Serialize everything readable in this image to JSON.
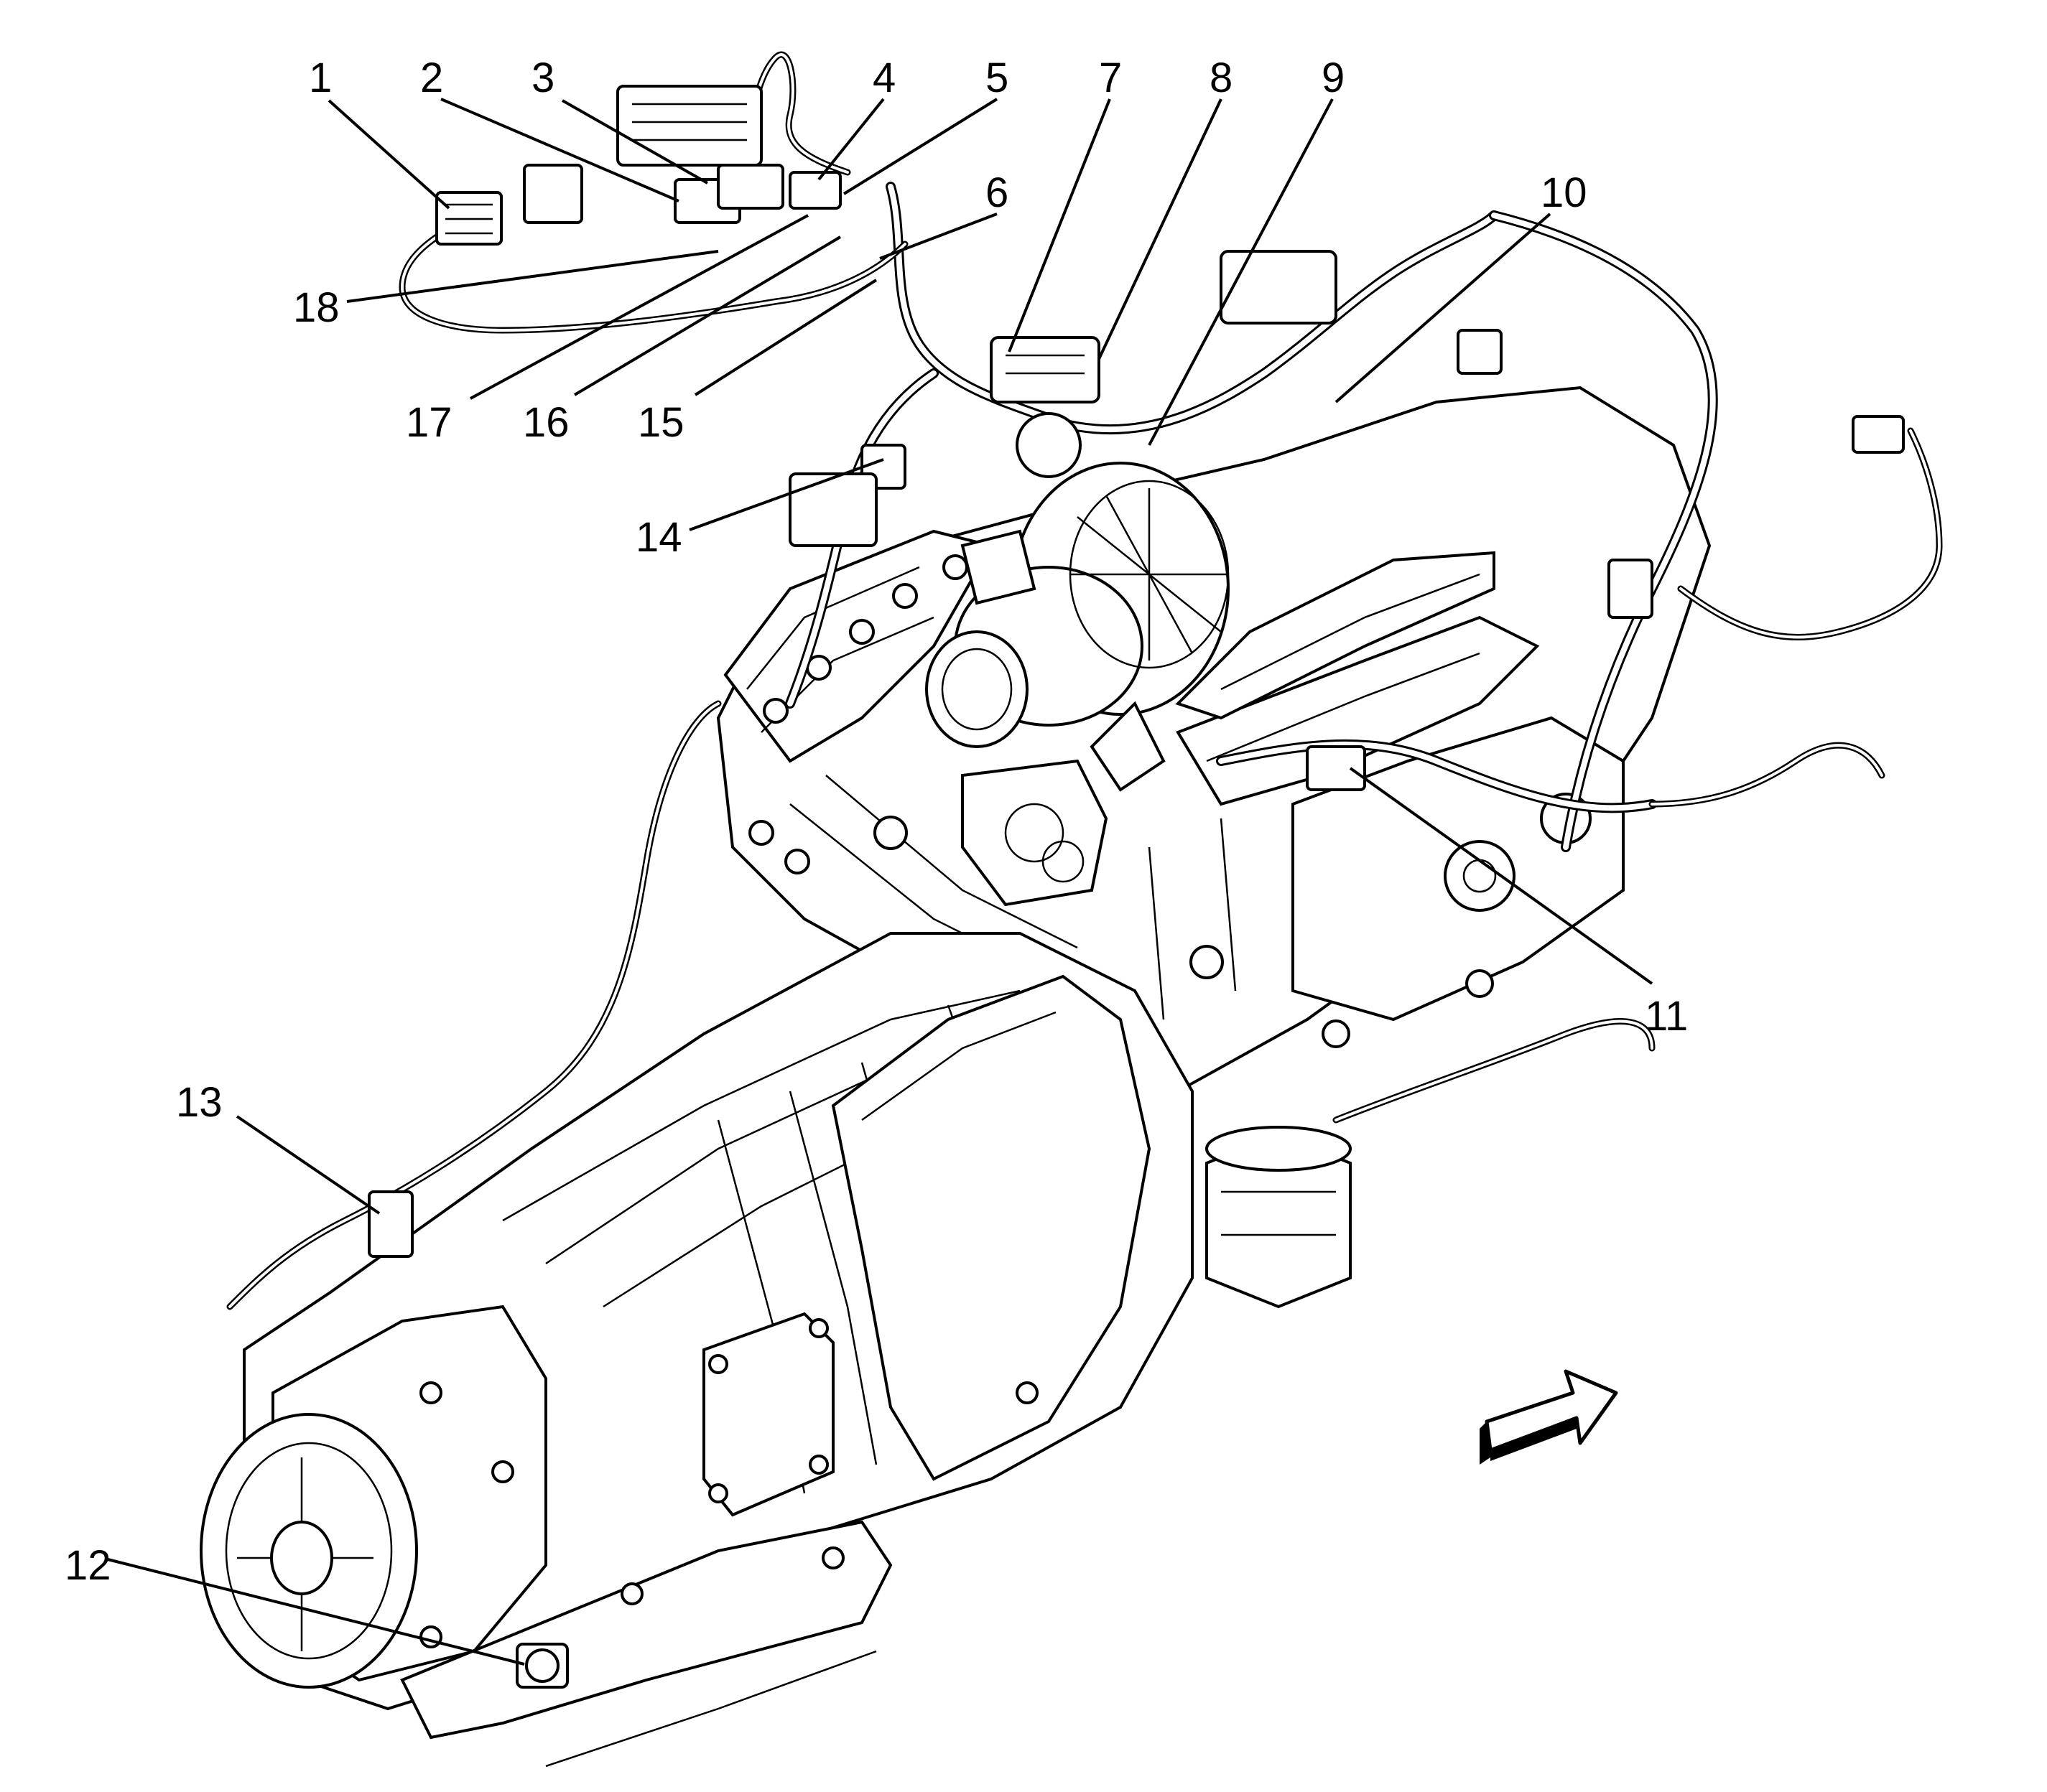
{
  "callouts": [
    {
      "label": "1"
    },
    {
      "label": "2"
    },
    {
      "label": "3"
    },
    {
      "label": "4"
    },
    {
      "label": "5"
    },
    {
      "label": "6"
    },
    {
      "label": "7"
    },
    {
      "label": "8"
    },
    {
      "label": "9"
    },
    {
      "label": "10"
    },
    {
      "label": "11"
    },
    {
      "label": "12"
    },
    {
      "label": "13"
    },
    {
      "label": "14"
    },
    {
      "label": "15"
    },
    {
      "label": "16"
    },
    {
      "label": "17"
    },
    {
      "label": "18"
    }
  ],
  "direction_arrow_icon": "view-direction-arrow-icon"
}
